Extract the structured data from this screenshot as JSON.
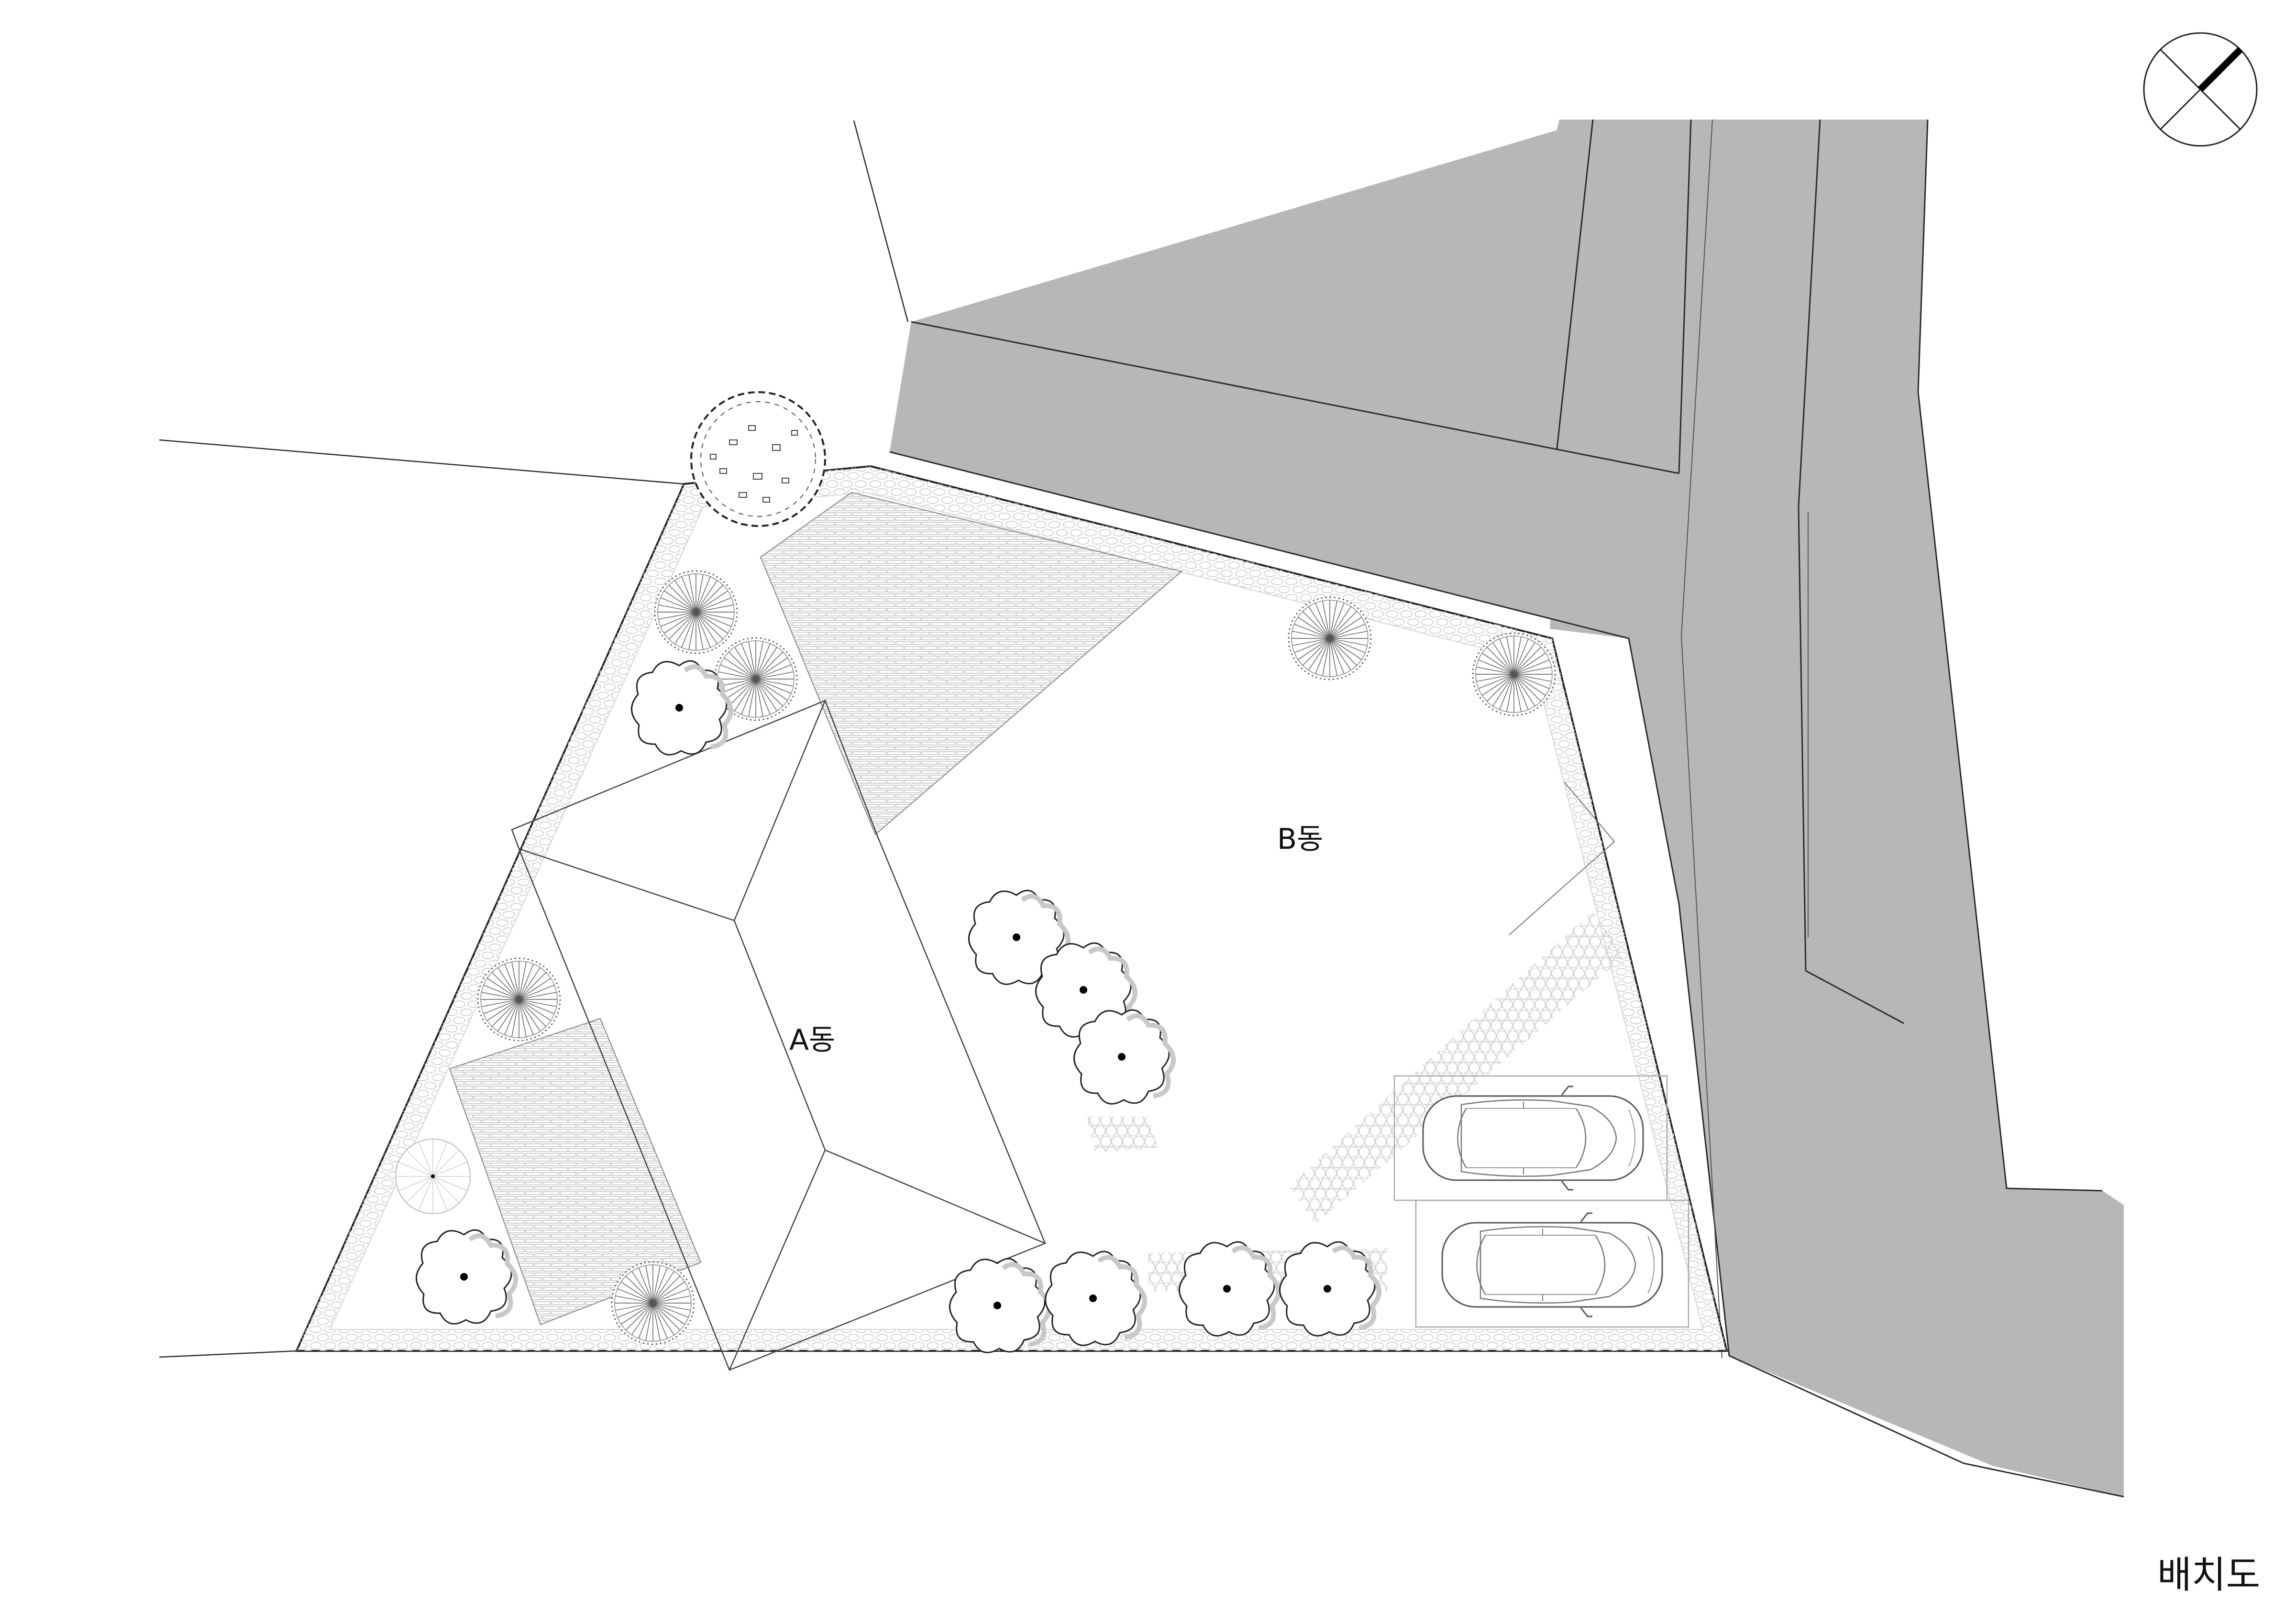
{
  "labels": {
    "building_a": "A동",
    "building_b": "B동",
    "drawing_title": "배치도"
  },
  "icons": {
    "north": "north-arrow-icon",
    "tree": "tree-icon",
    "car": "car-icon"
  },
  "colors": {
    "road": "#b7b7b7",
    "line": "#2b2b2b",
    "light_line": "#9a9a9a",
    "paving": "#cfcfcf"
  }
}
